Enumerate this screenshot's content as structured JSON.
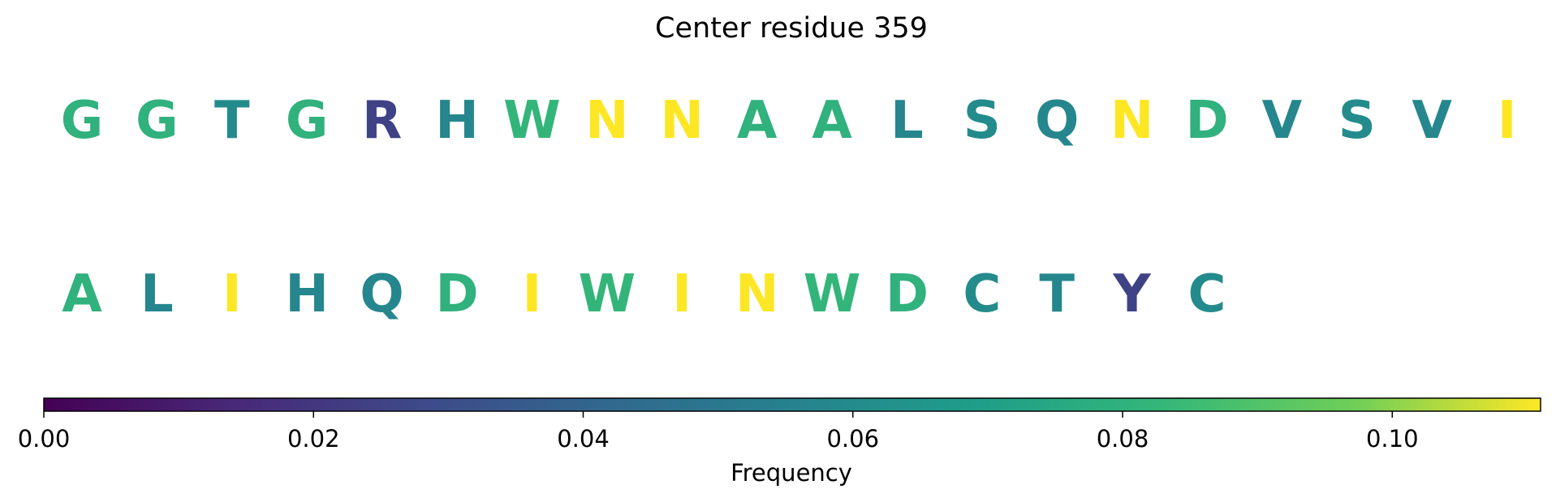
{
  "chart_data": {
    "type": "sequence-colormap",
    "title": "Center residue 359",
    "rows": [
      {
        "residues": [
          "G",
          "G",
          "T",
          "G",
          "R",
          "H",
          "W",
          "N",
          "N",
          "A",
          "A",
          "L",
          "S",
          "Q",
          "N",
          "D",
          "V",
          "S",
          "V",
          "I"
        ],
        "frequencies": [
          0.08,
          0.08,
          0.06,
          0.08,
          0.025,
          0.058,
          0.082,
          0.111,
          0.111,
          0.08,
          0.08,
          0.058,
          0.06,
          0.058,
          0.111,
          0.08,
          0.058,
          0.06,
          0.058,
          0.111
        ]
      },
      {
        "residues": [
          "A",
          "L",
          "I",
          "H",
          "Q",
          "D",
          "I",
          "W",
          "I",
          "N",
          "W",
          "D",
          "C",
          "T",
          "Y",
          "C"
        ],
        "frequencies": [
          0.08,
          0.058,
          0.111,
          0.058,
          0.058,
          0.08,
          0.111,
          0.082,
          0.111,
          0.111,
          0.082,
          0.08,
          0.06,
          0.058,
          0.025,
          0.06
        ]
      }
    ],
    "colorbar": {
      "label": "Frequency",
      "colormap": "viridis",
      "range": [
        0,
        0.111
      ],
      "ticks": [
        0.0,
        0.02,
        0.04,
        0.06,
        0.08,
        0.1
      ],
      "tick_labels": [
        "0.00",
        "0.02",
        "0.04",
        "0.06",
        "0.08",
        "0.10"
      ]
    },
    "grid": false,
    "legend": "none"
  }
}
